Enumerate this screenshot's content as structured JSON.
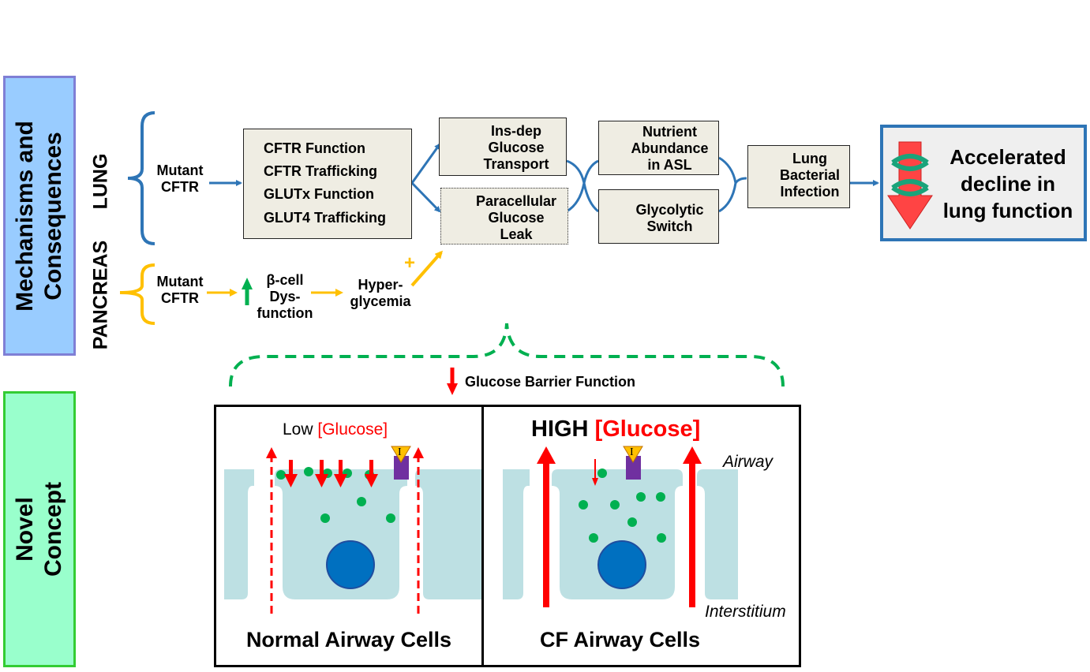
{
  "sections": {
    "mechanisms": "Mechanisms and\nConsequences",
    "concept": "Novel\nConcept"
  },
  "organs": {
    "lung": "LUNG",
    "pancreas": "PANCREAS"
  },
  "lung": {
    "mutant": "Mutant\nCFTR",
    "cftr_items": [
      "CFTR Function",
      "CFTR Trafficking",
      "GLUTx Function",
      "GLUT4 Trafficking"
    ],
    "ins_dep": "Ins-dep\nGlucose\nTransport",
    "paracellular": "Paracellular\nGlucose\nLeak",
    "nutrient": "Nutrient\nAbundance\nin ASL",
    "glycolytic": "Glycolytic\nSwitch",
    "bacterial": "Lung\nBacterial\nInfection",
    "outcome": "Accelerated\ndecline in\nlung function"
  },
  "pancreas": {
    "mutant": "Mutant\nCFTR",
    "beta": "β-cell\nDys-\nfunction",
    "hyper": "Hyper-\nglycemia",
    "plus": "+"
  },
  "barrier": "Glucose Barrier Function",
  "normal": {
    "low": "Low",
    "glucose": "[Glucose]",
    "caption": "Normal Airway Cells",
    "insulin_receptor": "I"
  },
  "cf": {
    "high": "HIGH",
    "glucose": "[Glucose]",
    "caption": "CF Airway Cells",
    "insulin_receptor": "I",
    "airway": "Airway",
    "interstitium": "Interstitium"
  },
  "colors": {
    "blue": "#2e75b6",
    "orange": "#ffc000",
    "red": "#ff0000",
    "green": "#00b050",
    "cell": "#bde0e3",
    "nucleus": "#0070c0",
    "box": "#efede3",
    "mech_bg": "#99ccff",
    "mech_border": "#7f7fd5",
    "concept_bg": "#99ffcc",
    "concept_border": "#33cc33"
  }
}
